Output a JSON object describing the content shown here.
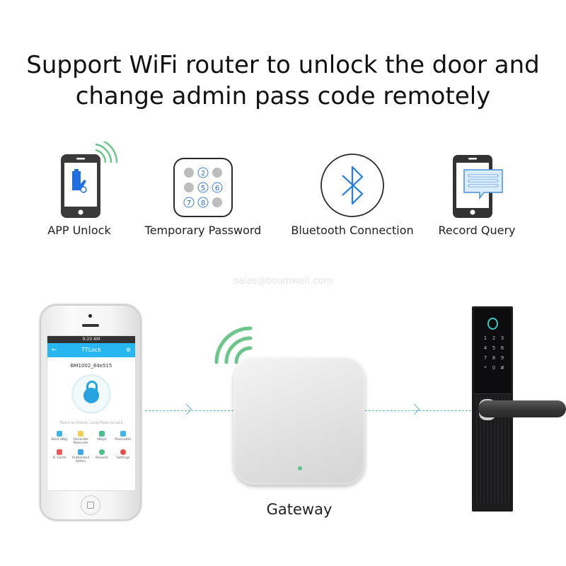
{
  "headline": {
    "line1": "Support WiFi router to unlock the door and",
    "line2": "change admin pass code remotely"
  },
  "features": [
    {
      "label": "APP Unlock",
      "icon": "phone-hand-key-icon"
    },
    {
      "label": "Temporary Password",
      "icon": "keypad-icon",
      "keypad": [
        "",
        "2",
        "",
        "",
        "5",
        "6",
        "7",
        "8",
        ""
      ]
    },
    {
      "label": "Bluetooth Connection",
      "icon": "bluetooth-icon"
    },
    {
      "label": "Record Query",
      "icon": "phone-message-icon"
    }
  ],
  "watermark": "sales@bsumwell.com",
  "phone_app": {
    "status_time": "9:20 AM",
    "title": "TTLock",
    "device_name": "BM1002_84e515",
    "hint": "Touch to Unlock, Long Press to Lock",
    "grid": [
      {
        "label": "Send eKey",
        "color": "#3fb6e6"
      },
      {
        "label": "Generate Passcode",
        "color": "#f3cf52"
      },
      {
        "label": "eKeys",
        "color": "#4cc08a"
      },
      {
        "label": "Passcodes",
        "color": "#3fb6e6"
      },
      {
        "label": "IC Cards",
        "color": "#ee5a5a"
      },
      {
        "label": "Authorized Admin",
        "color": "#3fa7e6"
      },
      {
        "label": "Records",
        "color": "#4cc08a"
      },
      {
        "label": "Settings",
        "color": "#ee4d4d"
      }
    ]
  },
  "gateway": {
    "label": "Gateway"
  },
  "door_lock": {
    "keys": [
      "1",
      "2",
      "3",
      "4",
      "5",
      "6",
      "7",
      "8",
      "9",
      "*",
      "0",
      "#"
    ]
  },
  "colors": {
    "accent_blue": "#27b6ef",
    "wifi_green": "#6cc58a",
    "icon_blue": "#1f7fe0",
    "dashed_line": "#5ab0d8"
  }
}
